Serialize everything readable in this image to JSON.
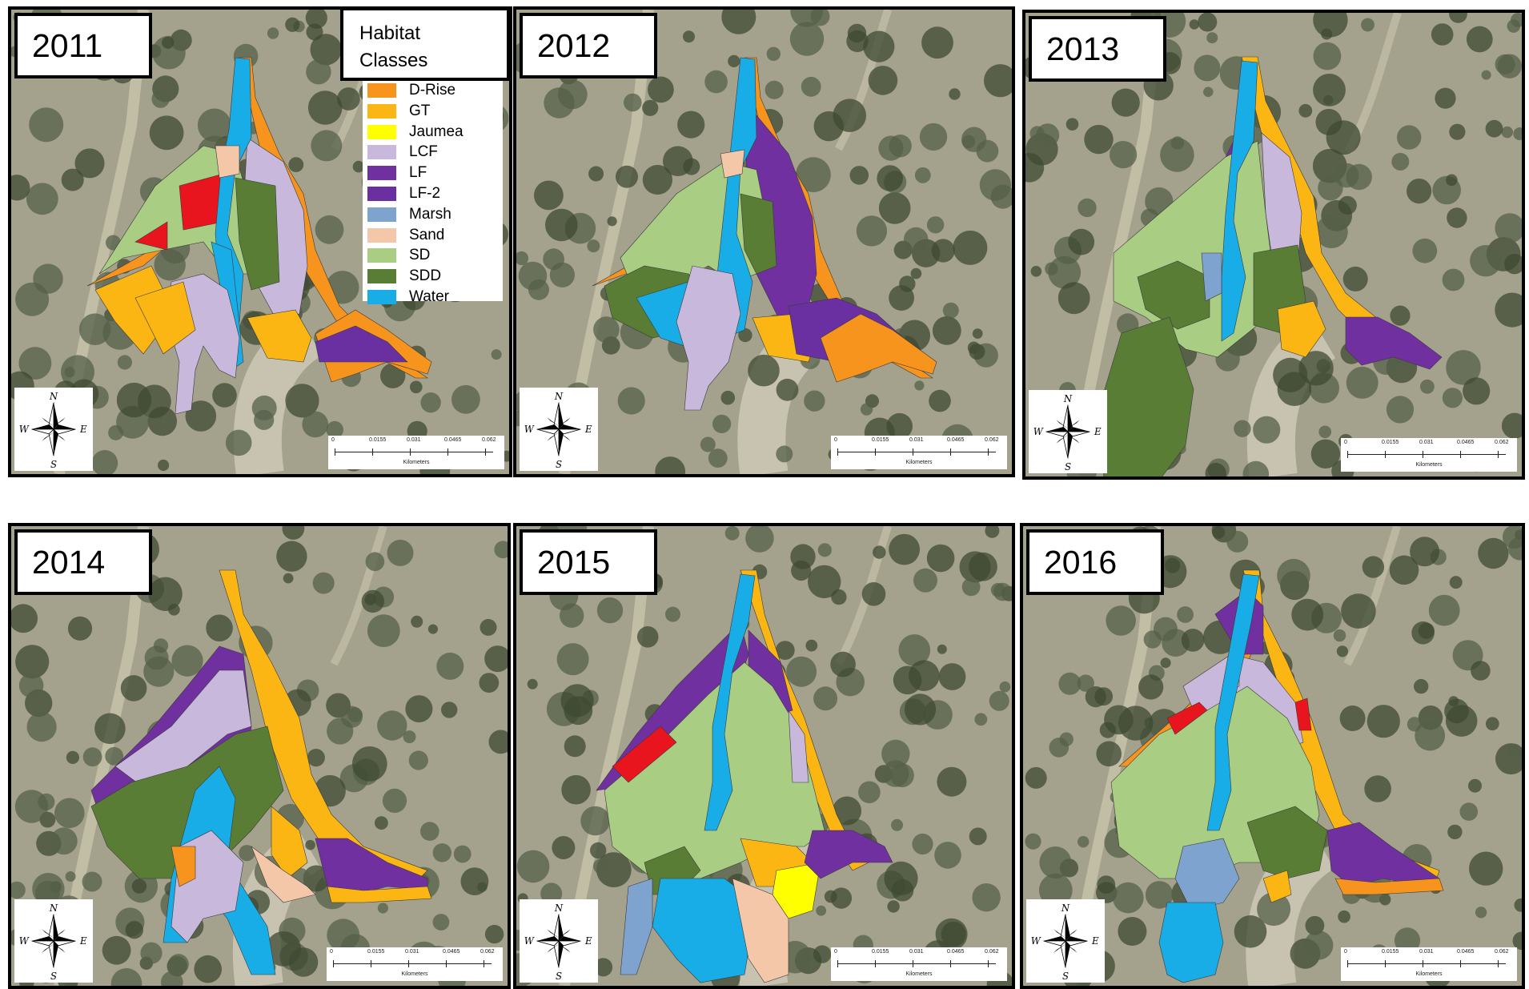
{
  "legend": {
    "title": "Habitat Classes",
    "items": [
      {
        "label": "D-Rise",
        "color": "#F7941D"
      },
      {
        "label": "GT",
        "color": "#FBB614"
      },
      {
        "label": "Jaumea",
        "color": "#FFFF00"
      },
      {
        "label": "LCF",
        "color": "#C8B8DB"
      },
      {
        "label": "LF",
        "color": "#7030A0"
      },
      {
        "label": "LF-2",
        "color": "#6A2FA0"
      },
      {
        "label": "Marsh",
        "color": "#7FA3CF"
      },
      {
        "label": "Sand",
        "color": "#F5C7A9"
      },
      {
        "label": "SD",
        "color": "#A9CD82"
      },
      {
        "label": "SDD",
        "color": "#5A7D36"
      },
      {
        "label": "Water",
        "color": "#18ADE6"
      }
    ]
  },
  "panels": [
    {
      "year": "2011"
    },
    {
      "year": "2012"
    },
    {
      "year": "2013"
    },
    {
      "year": "2014"
    },
    {
      "year": "2015"
    },
    {
      "year": "2016"
    }
  ],
  "compass": {
    "n": "N",
    "s": "S",
    "e": "E",
    "w": "W"
  },
  "scale": {
    "ticks": [
      "0",
      "0.0155",
      "0.031",
      "0.0465",
      "0.062"
    ],
    "unit": "Kilometers"
  }
}
